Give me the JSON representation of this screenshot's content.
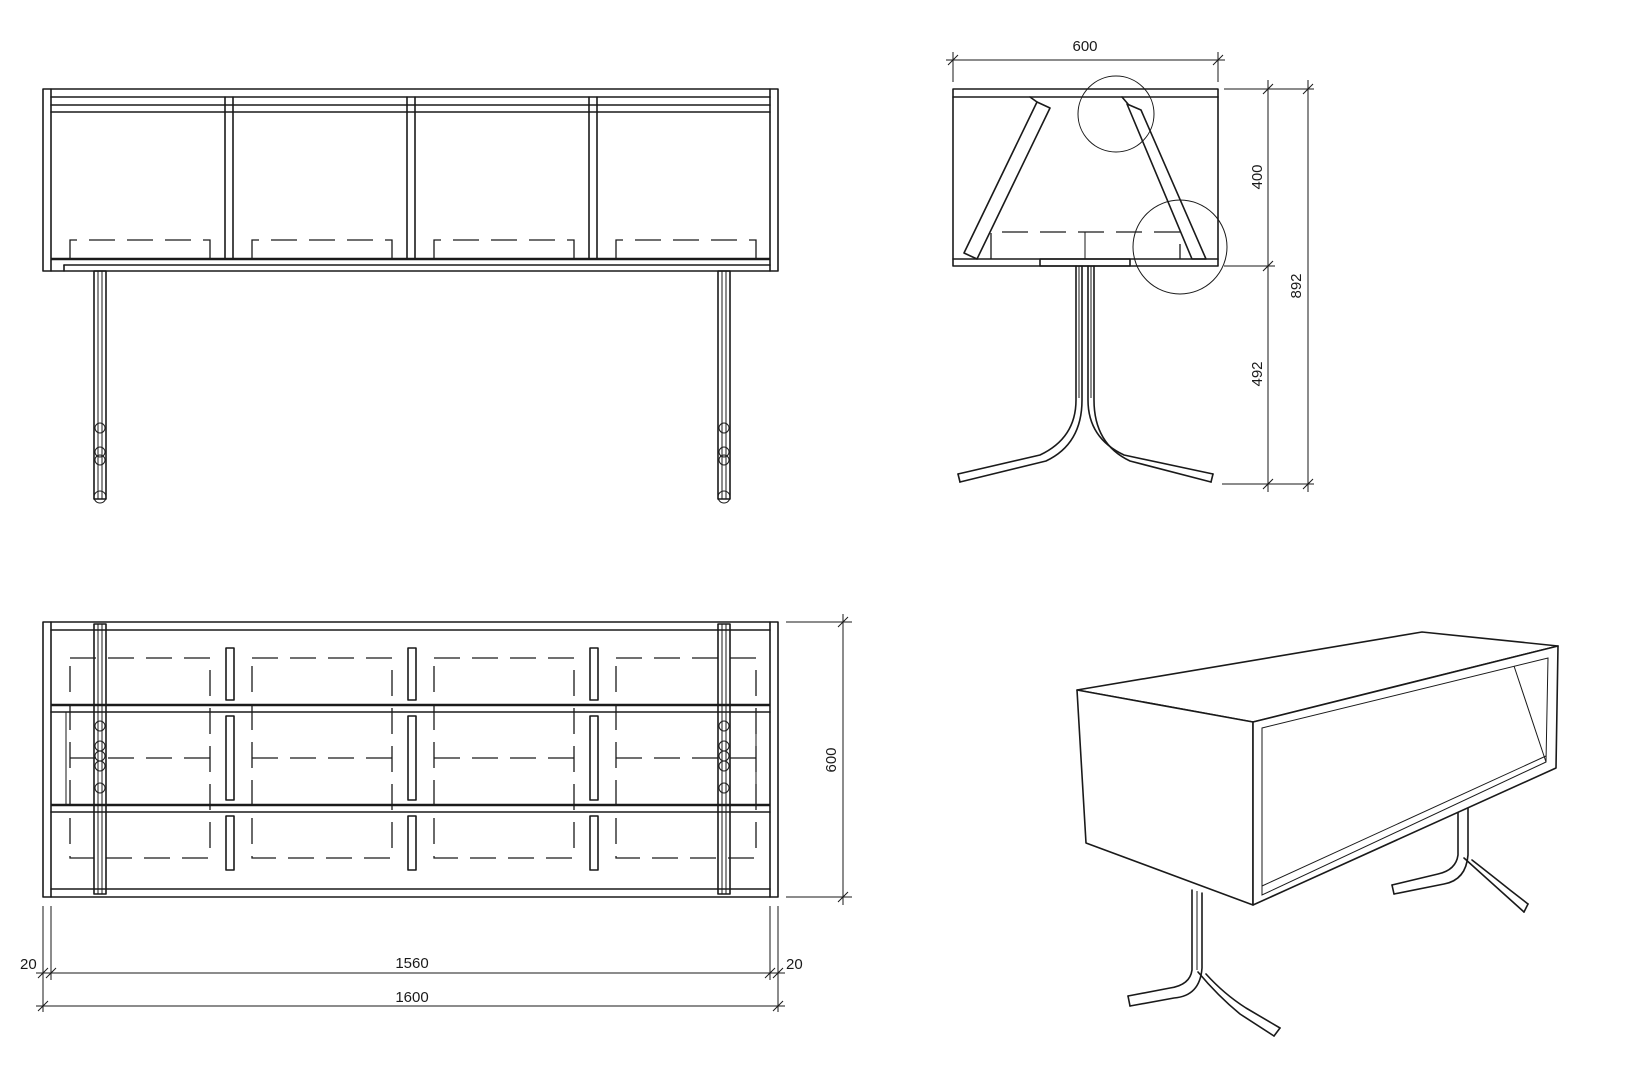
{
  "dimensions": {
    "side_width": "600",
    "upper_height": "400",
    "lower_height": "492",
    "total_height": "892",
    "plan_depth": "600",
    "end_left": "20",
    "inner_length": "1560",
    "end_right": "20",
    "total_length": "1600"
  },
  "colors": {
    "line": "#1a1a1a",
    "background": "#ffffff"
  }
}
